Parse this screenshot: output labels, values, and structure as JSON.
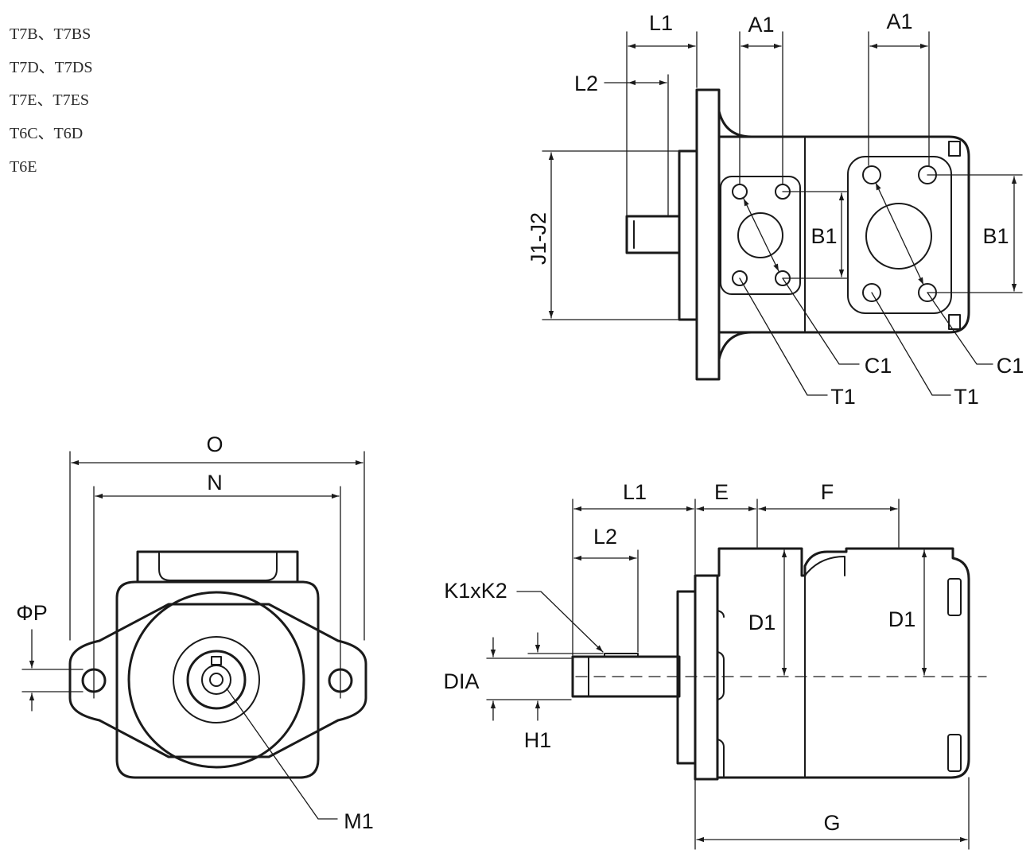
{
  "models": [
    "T7B、T7BS",
    "T7D、T7DS",
    "T7E、T7ES",
    "T6C、T6D",
    "T6E"
  ],
  "labels": {
    "top_l1": "L1",
    "top_a1_left": "A1",
    "top_a1_right": "A1",
    "top_l2": "L2",
    "top_j": "J1-J2",
    "top_b1_left": "B1",
    "top_b1_right": "B1",
    "top_c1_left": "C1",
    "top_c1_right": "C1",
    "top_t1_left": "T1",
    "top_t1_right": "T1",
    "front_o": "O",
    "front_n": "N",
    "front_p": "ΦP",
    "front_m1": "M1",
    "side_l1": "L1",
    "side_e": "E",
    "side_f": "F",
    "side_l2": "L2",
    "side_k": "K1xK2",
    "side_dia": "DIA",
    "side_h1": "H1",
    "side_d1_left": "D1",
    "side_d1_right": "D1",
    "side_g": "G"
  }
}
